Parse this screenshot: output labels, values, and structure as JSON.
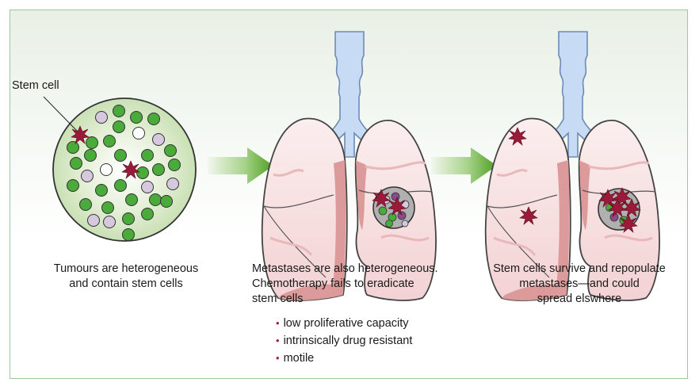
{
  "label_stem_cell": "Stem cell",
  "caption_tumours": [
    "Tumours are heterogeneous",
    "and contain stem cells"
  ],
  "caption_metastases": [
    "Metastases are also heterogeneous.",
    "Chemotherapy fails to eradicate",
    "stem cells"
  ],
  "bullets": [
    "low proliferative capacity",
    "intrinsically drug resistant",
    "motile"
  ],
  "caption_survive": [
    "Stem cells survive and repopulate",
    "metastases—and could",
    "spread elswhere"
  ],
  "colors": {
    "cell_green": "#4aaa3a",
    "cell_lilac": "#d6c8de",
    "cell_purple": "#8b4a8a",
    "stem_cell": "#9a1a3a",
    "lung": "#f6dfe0",
    "lung_dark": "#dc9a9a",
    "trachea": "#c7dcf4",
    "arrow": "#5aab2c"
  }
}
